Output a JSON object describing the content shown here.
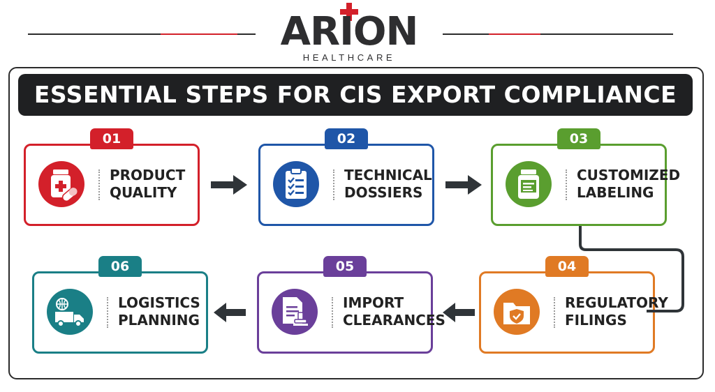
{
  "brand": {
    "name": "ARION",
    "tagline": "HEALTHCARE",
    "accent_color": "#d3202a"
  },
  "title": "ESSENTIAL STEPS FOR CIS EXPORT COMPLIANCE",
  "steps": [
    {
      "number": "01",
      "line1": "PRODUCT",
      "line2": "QUALITY",
      "color": "#d3202a",
      "icon": "medicine-bottle-pill-icon"
    },
    {
      "number": "02",
      "line1": "TECHNICAL",
      "line2": "DOSSIERS",
      "color": "#1f56a8",
      "icon": "clipboard-checklist-icon"
    },
    {
      "number": "03",
      "line1": "CUSTOMIZED",
      "line2": "LABELING",
      "color": "#5a9e2f",
      "icon": "labeled-jar-icon"
    },
    {
      "number": "04",
      "line1": "REGULATORY",
      "line2": "FILINGS",
      "color": "#e07a24",
      "icon": "folder-shield-icon"
    },
    {
      "number": "05",
      "line1": "IMPORT",
      "line2": "CLEARANCES",
      "color": "#6a3f9a",
      "icon": "document-stamp-icon"
    },
    {
      "number": "06",
      "line1": "LOGISTICS",
      "line2": "PLANNING",
      "color": "#1a7f86",
      "icon": "delivery-truck-globe-icon"
    }
  ]
}
